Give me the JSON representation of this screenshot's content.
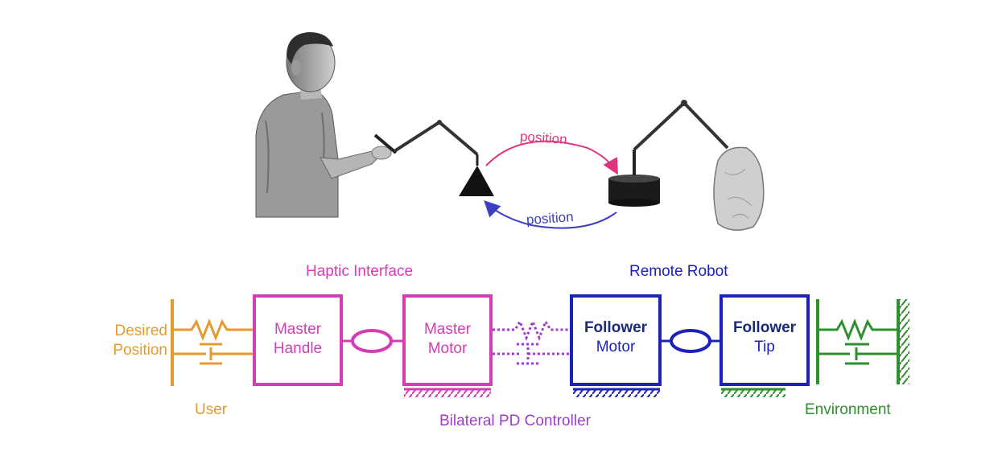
{
  "colors": {
    "user": "#e39a2e",
    "haptic": "#d63cb3",
    "controller": "#9b3fc9",
    "robot": "#1c22b8",
    "environment": "#2f8f2f",
    "arrow_top": "#e0357e",
    "arrow_bottom": "#3b3fc4",
    "dark_text": "#1a2a7a"
  },
  "illustration": {
    "person": "person-figure",
    "arrow_top_label": "position",
    "arrow_bottom_label": "position"
  },
  "labels": {
    "haptic_interface": "Haptic Interface",
    "remote_robot": "Remote Robot",
    "desired_position_line1": "Desired",
    "desired_position_line2": "Position",
    "user": "User",
    "bilateral_pd_controller": "Bilateral PD Controller",
    "environment": "Environment"
  },
  "blocks": {
    "master_handle": {
      "line1": "Master",
      "line2": "Handle"
    },
    "master_motor": {
      "line1": "Master",
      "line2": "Motor"
    },
    "follower_motor": {
      "line1": "Follower",
      "line2": "Motor"
    },
    "follower_tip": {
      "line1": "Follower",
      "line2": "Tip"
    }
  }
}
